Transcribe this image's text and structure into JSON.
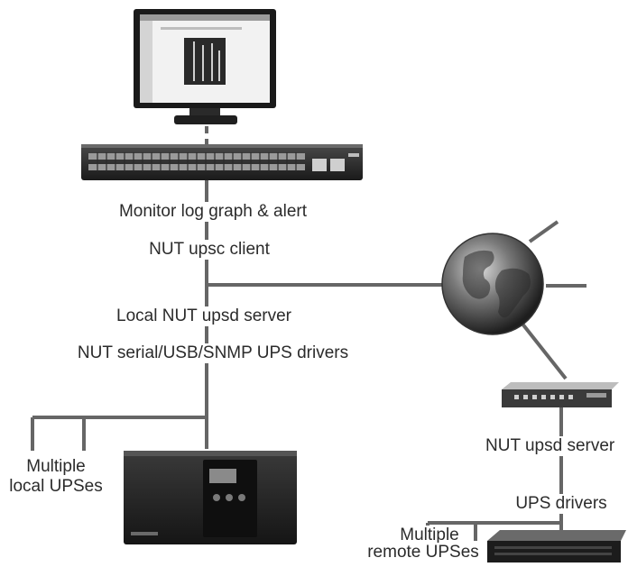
{
  "labels": {
    "monitor_log": "Monitor log graph & alert",
    "upsc_client": "NUT upsc client",
    "local_upsd": "Local NUT upsd server",
    "ups_drivers_local": "NUT serial/USB/SNMP UPS drivers",
    "multiple_local_1": "Multiple",
    "multiple_local_2": "local UPSes",
    "remote_upsd": "NUT upsd server",
    "ups_drivers_remote": "UPS drivers",
    "multiple_remote_1": "Multiple",
    "multiple_remote_2": "remote UPSes"
  },
  "colors": {
    "line": "#666666",
    "device_dark": "#1c1c1c",
    "globe": "#4a4a4a"
  }
}
